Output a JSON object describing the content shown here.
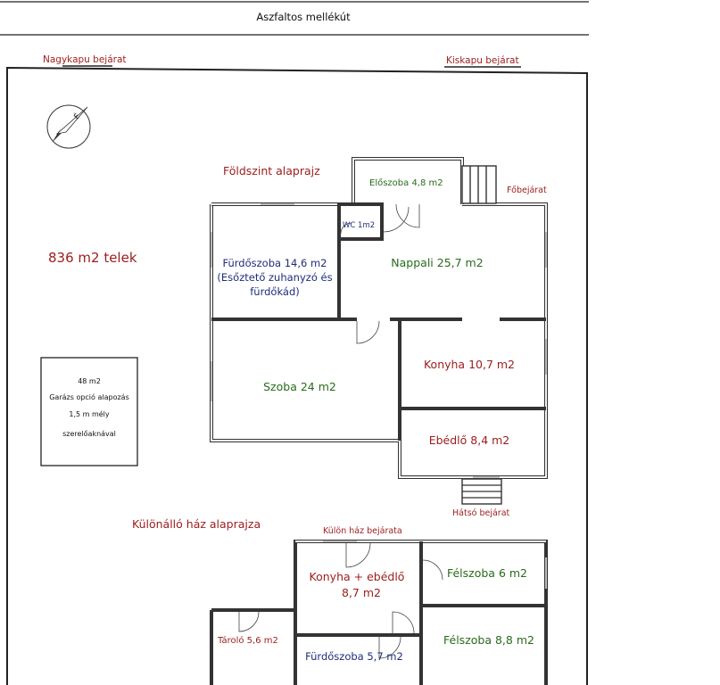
{
  "header": {
    "road": "Aszfaltos mellékút",
    "main_gate": "Nagykapu bejárat",
    "small_gate": "Kiskapu bejárat"
  },
  "plot": {
    "area": "836 m2 telek"
  },
  "ground_floor": {
    "title": "Földszint alaprajz",
    "main_entrance": "Főbejárat",
    "back_entrance": "Hátsó bejárat",
    "rooms": {
      "eloszoba": "Előszoba 4,8 m2",
      "wc": "WC 1m2",
      "furdoszoba_line1": "Fürdőszoba 14,6 m2",
      "furdoszoba_line2": "(Esőztető zuhanyzó és",
      "furdoszoba_line3": "fürdőkád)",
      "nappali": "Nappali 25,7 m2",
      "szoba": "Szoba 24 m2",
      "konyha": "Konyha 10,7 m2",
      "ebedlo": "Ebédlő 8,4 m2"
    }
  },
  "garage": {
    "line1": "48 m2",
    "line2": "Garázs opció alapozás",
    "line3": "1,5 m mély",
    "line4": "szerelőaknával"
  },
  "separate_house": {
    "title": "Különálló ház alaprajza",
    "entrance": "Külön ház bejárata",
    "rooms": {
      "konyha_line1": "Konyha + ebédlő",
      "konyha_line2": "8,7 m2",
      "felszoba1": "Félszoba 6 m2",
      "felszoba2": "Félszoba 8,8 m2",
      "tarolo": "Tároló 5,6 m2",
      "furdoszoba": "Fürdőszoba 5,7 m2"
    }
  },
  "colors": {
    "room_green": "#2a6a1c",
    "room_red": "#9c1c1c",
    "room_blue": "#1f2e7a",
    "wall": "#333333"
  },
  "icons": {
    "north_arrow": "compass-icon"
  }
}
